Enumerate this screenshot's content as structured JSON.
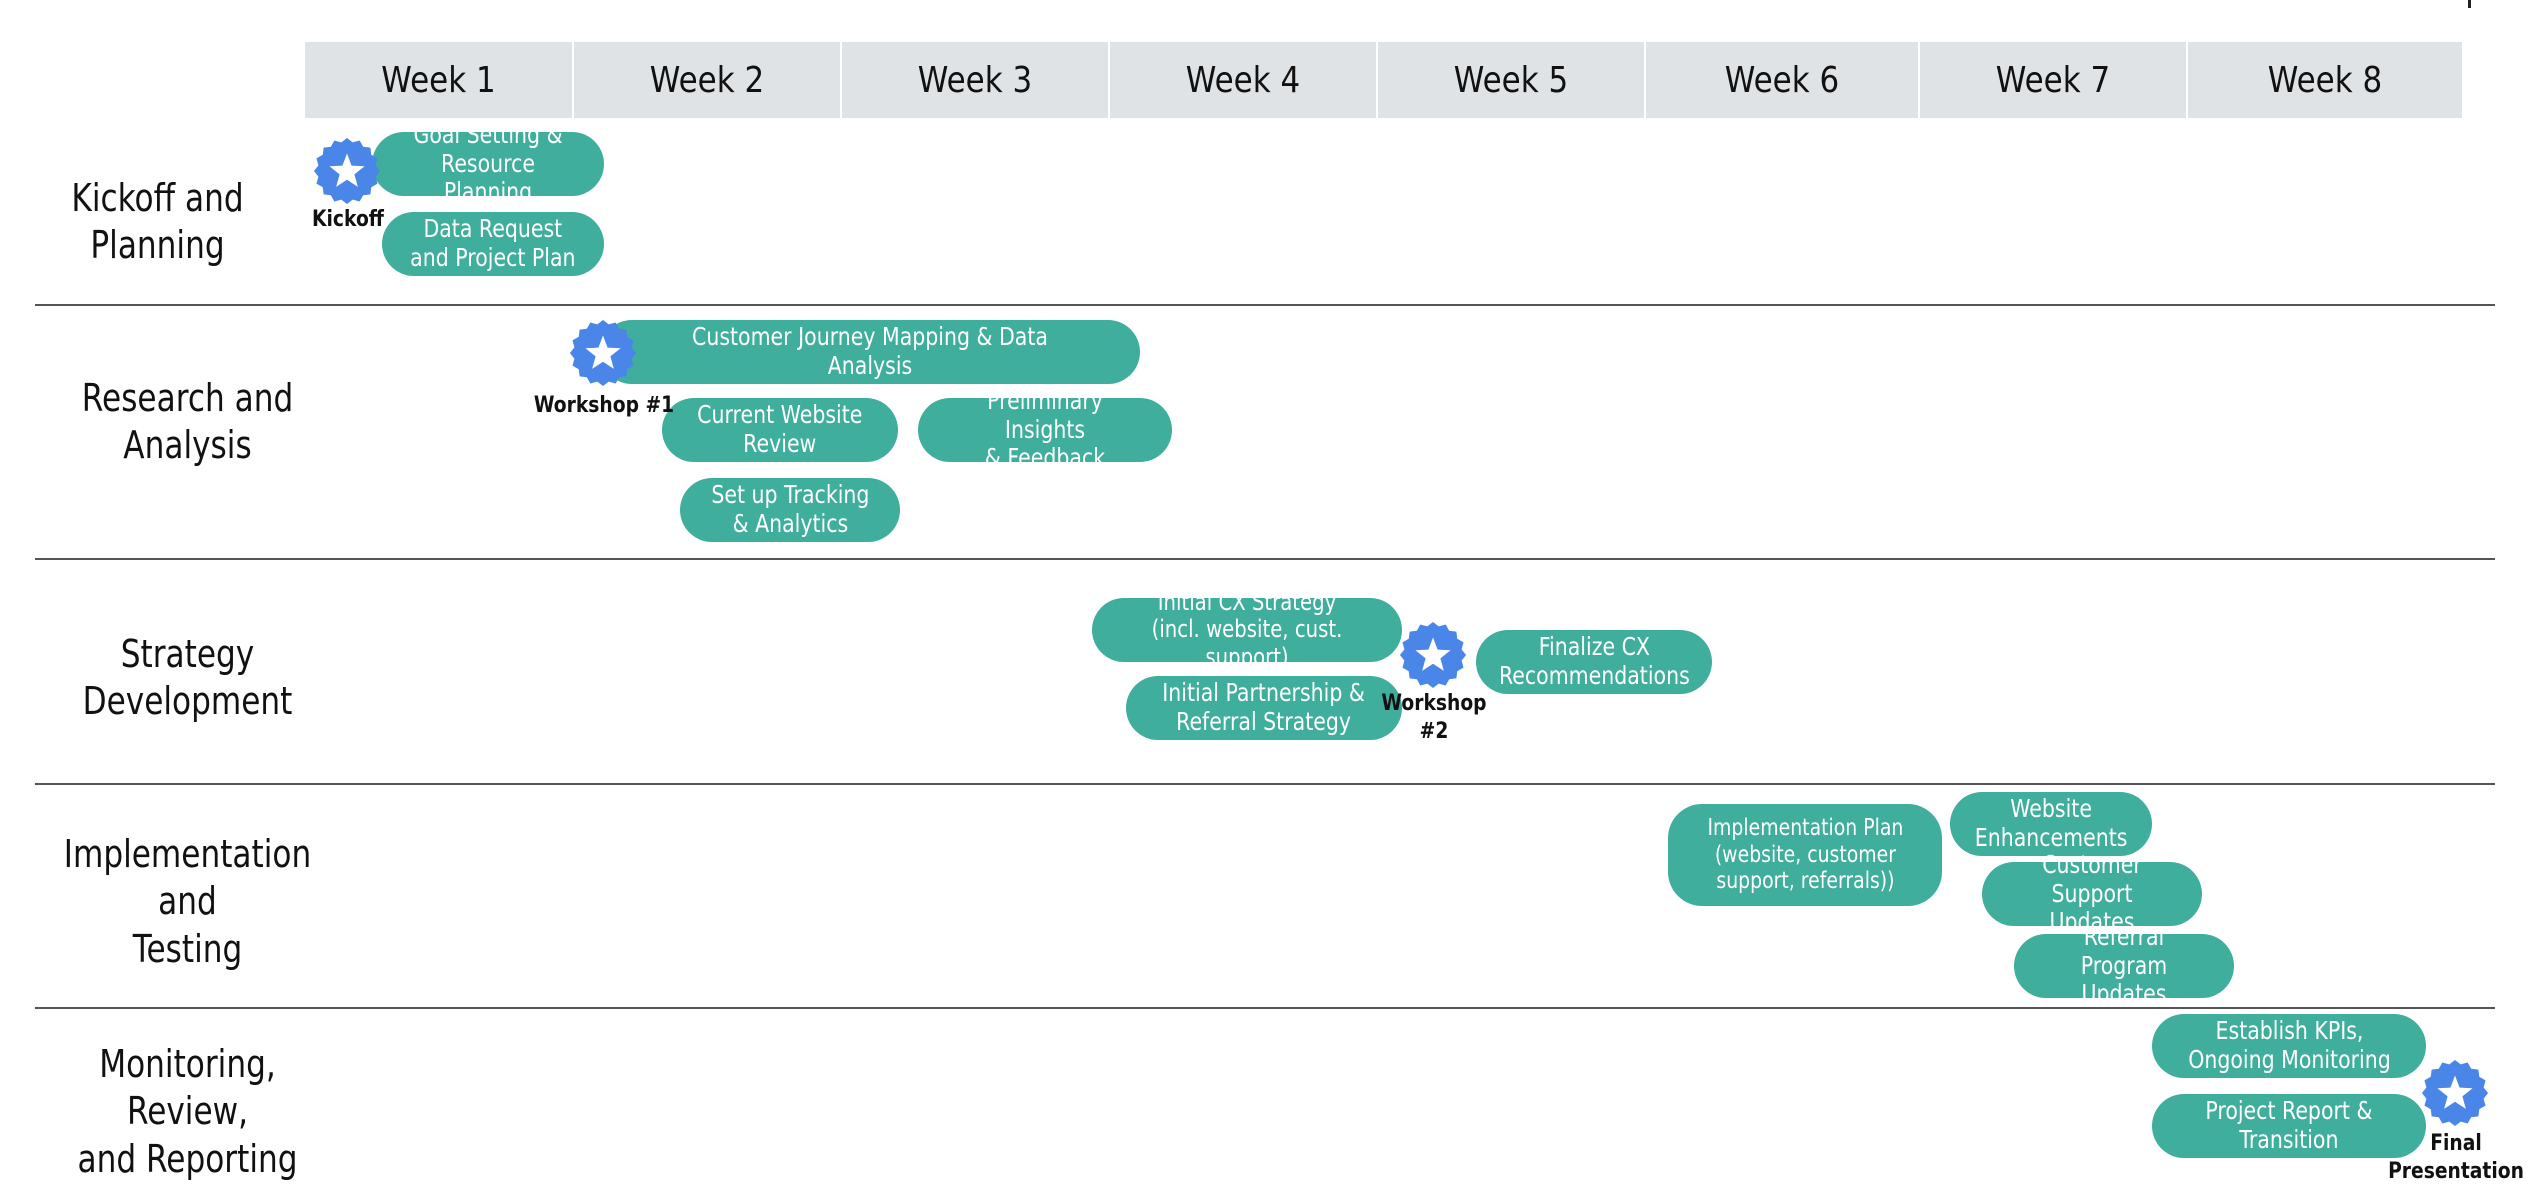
{
  "colors": {
    "task_fill": "#3fae9d",
    "milestone_fill": "#4a86e8",
    "header_fill": "#dfe3e6",
    "separator": "#555555"
  },
  "weeks": [
    "Week 1",
    "Week 2",
    "Week 3",
    "Week 4",
    "Week 5",
    "Week 6",
    "Week 7",
    "Week 8"
  ],
  "phases": [
    {
      "label": "Kickoff and\nPlanning"
    },
    {
      "label": "Research and\nAnalysis"
    },
    {
      "label": "Strategy\nDevelopment"
    },
    {
      "label": "Implementation and\nTesting"
    },
    {
      "label": "Monitoring, Review,\nand Reporting"
    }
  ],
  "tasks": [
    {
      "label": "Goal Setting &\nResource Planning",
      "phase": "Kickoff and Planning"
    },
    {
      "label": "Data Request\nand Project Plan",
      "phase": "Kickoff and Planning"
    },
    {
      "label": "Customer Journey Mapping & Data Analysis",
      "phase": "Research and Analysis"
    },
    {
      "label": "Current Website\nReview",
      "phase": "Research and Analysis"
    },
    {
      "label": "Preliminary Insights\n& Feedback",
      "phase": "Research and Analysis"
    },
    {
      "label": "Set up Tracking\n& Analytics",
      "phase": "Research and Analysis"
    },
    {
      "label": "Initial CX Strategy\n(incl. website,  cust. support)",
      "phase": "Strategy Development"
    },
    {
      "label": "Initial Partnership &\nReferral Strategy",
      "phase": "Strategy Development"
    },
    {
      "label": "Finalize CX\nRecommendations",
      "phase": "Strategy Development"
    },
    {
      "label": "Implementation Plan\n(website, customer\nsupport, referrals))",
      "phase": "Implementation and Testing"
    },
    {
      "label": "Website\nEnhancements",
      "phase": "Implementation and Testing"
    },
    {
      "label": "Customer\nSupport Updates",
      "phase": "Implementation and Testing"
    },
    {
      "label": "Referral Program\nUpdates",
      "phase": "Implementation and Testing"
    },
    {
      "label": "Establish KPIs,\nOngoing Monitoring",
      "phase": "Monitoring, Review, and Reporting"
    },
    {
      "label": "Project Report &\nTransition",
      "phase": "Monitoring, Review, and Reporting"
    }
  ],
  "milestones": [
    {
      "label": "Kickoff",
      "icon": "star-badge-icon"
    },
    {
      "label": "Workshop #1",
      "icon": "star-badge-icon"
    },
    {
      "label": "Workshop\n#2",
      "icon": "star-badge-icon"
    },
    {
      "label": "Final\nPresentation",
      "icon": "star-badge-icon"
    }
  ]
}
